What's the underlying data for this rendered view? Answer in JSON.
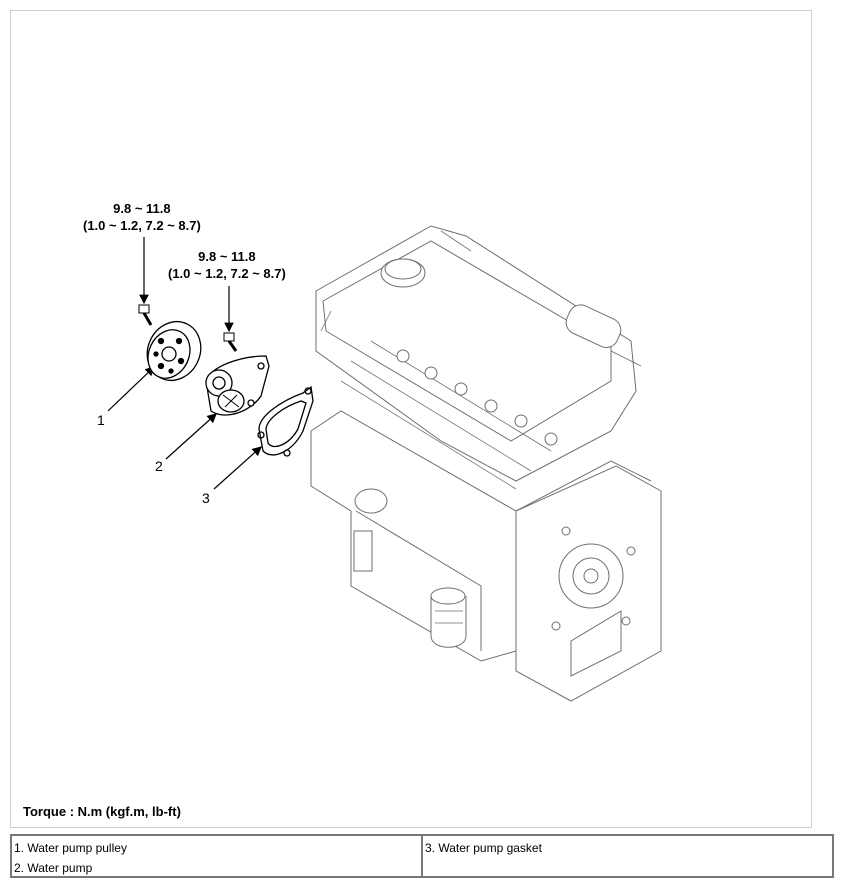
{
  "torque_note": "Torque : N.m (kgf.m, lb-ft)",
  "callouts": [
    {
      "line1": "9.8 ~ 11.8",
      "line2": "(1.0 ~ 1.2, 7.2 ~ 8.7)"
    },
    {
      "line1": "9.8 ~ 11.8",
      "line2": "(1.0 ~ 1.2, 7.2 ~ 8.7)"
    }
  ],
  "part_numbers": [
    "1",
    "2",
    "3"
  ],
  "legend": {
    "left": [
      "1. Water pump pulley",
      "2. Water pump"
    ],
    "right": [
      "3. Water pump gasket"
    ]
  }
}
